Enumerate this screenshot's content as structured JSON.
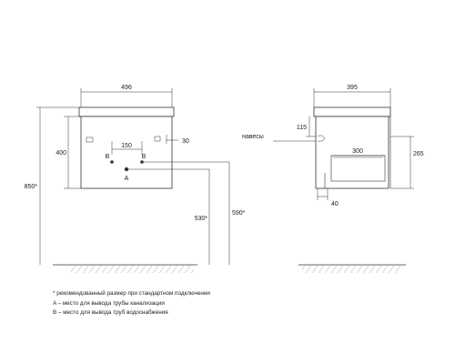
{
  "front_view": {
    "width_label": "496",
    "height_label": "400",
    "total_height_label": "850*",
    "right_offset_label": "30",
    "pipe_spacing_label": "150",
    "point_b_left": "B",
    "point_b_right": "B",
    "point_a": "A",
    "drain_height_label": "530*",
    "supply_height_label": "590*"
  },
  "side_view": {
    "depth_label": "395",
    "top_offset_label": "115",
    "mount_label": "навесы",
    "drawer_depth_label": "300",
    "drawer_height_label": "265",
    "bottom_offset_label": "40"
  },
  "notes": [
    "* рекомендованный размер при стандартном подключении",
    "A – место для вывода трубы канализации",
    "B – место для вывода труб водоснабжения"
  ],
  "colors": {
    "line": "#333333",
    "light_line": "#777777"
  }
}
